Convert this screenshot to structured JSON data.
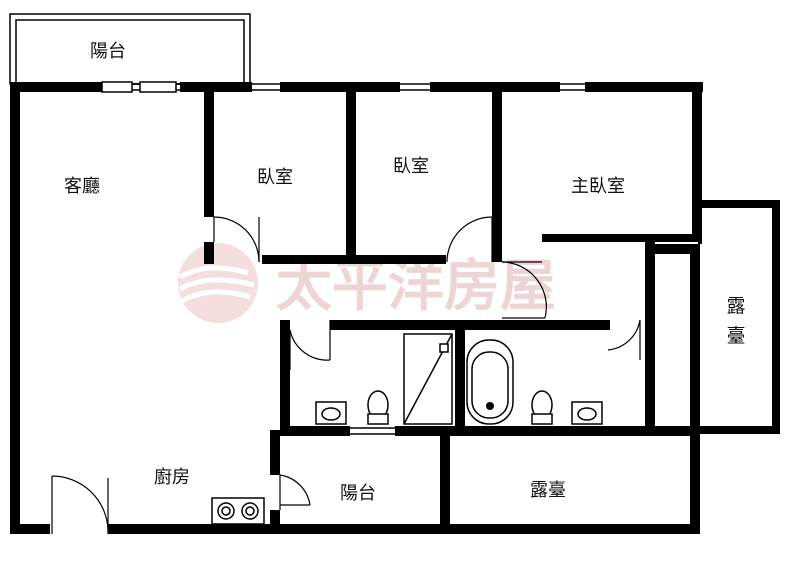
{
  "rooms": {
    "balcony_top": "陽台",
    "living": "客廳",
    "bedroom_1": "臥室",
    "bedroom_2": "臥室",
    "master_bedroom": "主臥室",
    "terrace_right_line1": "露",
    "terrace_right_line2": "臺",
    "kitchen": "廚房",
    "balcony_bottom": "陽台",
    "terrace_bottom": "露臺"
  },
  "watermark": {
    "text": "太平洋房屋",
    "color": "#e8c7c7"
  }
}
